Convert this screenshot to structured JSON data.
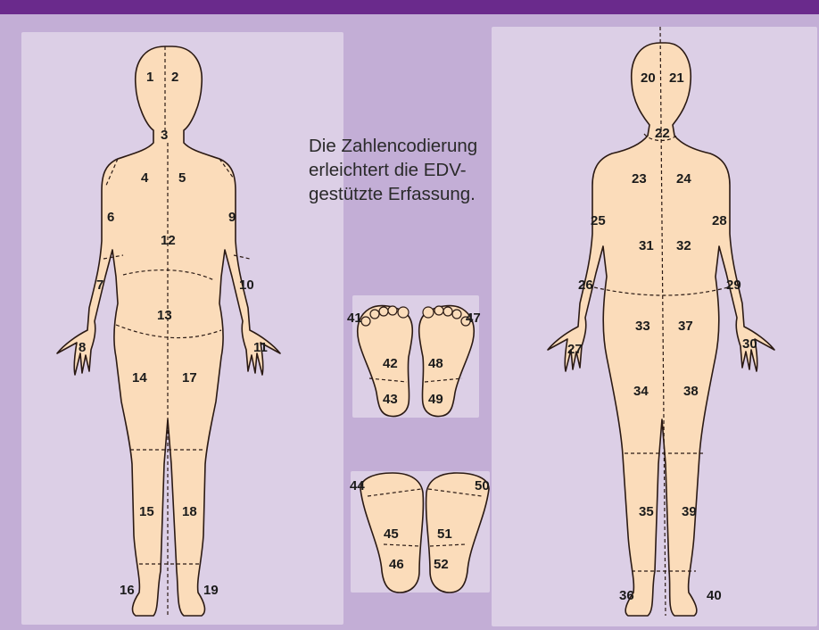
{
  "caption": {
    "line1": "Die Zahlencodierung",
    "line2": "erleichtert die EDV-",
    "line3": "gestützte Erfassung."
  },
  "colors": {
    "header": "#6a2a8c",
    "background": "#c3aed6",
    "panel": "#dccfe6",
    "skin": "#fbdcba",
    "outline": "#2b1a14"
  },
  "front_body": {
    "regions": [
      "1",
      "2",
      "3",
      "4",
      "5",
      "6",
      "7",
      "8",
      "9",
      "10",
      "11",
      "12",
      "13",
      "14",
      "15",
      "16",
      "17",
      "18",
      "19"
    ]
  },
  "back_body": {
    "regions": [
      "20",
      "21",
      "22",
      "23",
      "24",
      "25",
      "26",
      "27",
      "28",
      "29",
      "30",
      "31",
      "32",
      "33",
      "34",
      "35",
      "36",
      "37",
      "38",
      "39",
      "40"
    ]
  },
  "feet_soles": {
    "regions": [
      "41",
      "42",
      "43",
      "47",
      "48",
      "49"
    ]
  },
  "feet_tops": {
    "regions": [
      "44",
      "45",
      "46",
      "50",
      "51",
      "52"
    ]
  }
}
